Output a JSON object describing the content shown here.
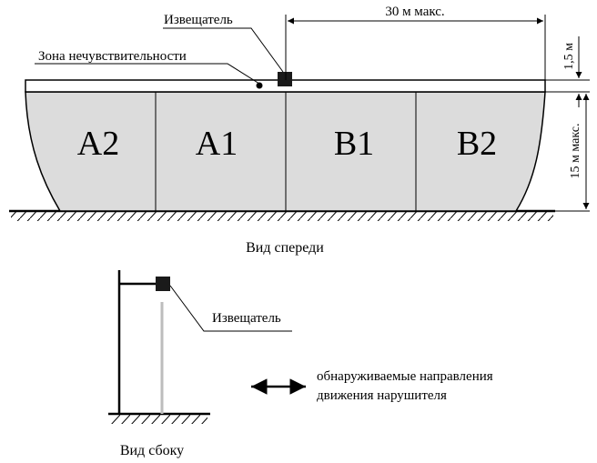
{
  "front_view": {
    "detector_label": "Извещатель",
    "dead_zone_label": "Зона нечувствительности",
    "distance_label": "30 м макс.",
    "height_top_label": "1,5 м",
    "height_label": "15 м макс.",
    "zones": [
      "A2",
      "A1",
      "B1",
      "B2"
    ],
    "caption": "Вид спереди"
  },
  "side_view": {
    "detector_label": "Извещатель",
    "caption": "Вид сбоку"
  },
  "legend": {
    "line1": "обнаруживаемые направления",
    "line2": "движения нарушителя"
  },
  "colors": {
    "zone_fill": "#dcdcdc",
    "ink": "#000000",
    "beam": "#bdbdbd"
  }
}
